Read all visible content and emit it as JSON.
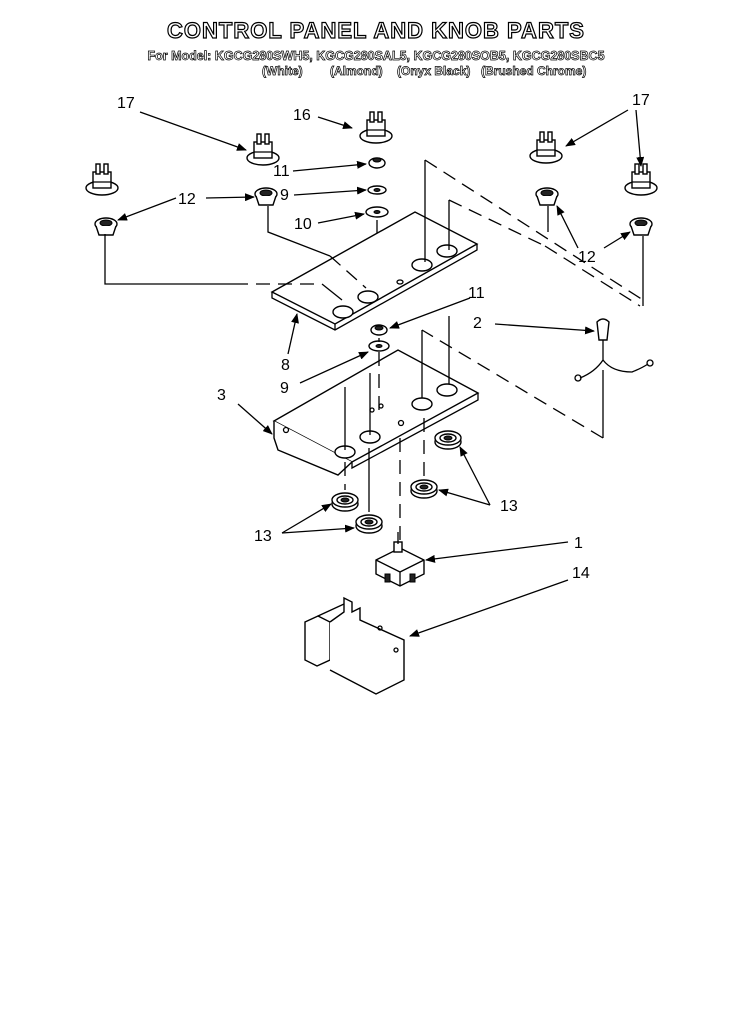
{
  "header": {
    "title": "CONTROL PANEL AND KNOB PARTS",
    "models": "For Model: KGCG280SWH5, KGCG280SAL5, KGCG280SOB5, KGCG280SBC5",
    "colors": [
      "(White)",
      "(Almond)",
      "(Onyx Black)",
      "(Brushed Chrome)"
    ]
  },
  "callouts": {
    "c17a": "17",
    "c16": "16",
    "c17b": "17",
    "c11a": "11",
    "c9a": "9",
    "c10": "10",
    "c12a": "12",
    "c12b": "12",
    "c11b": "11",
    "c2": "2",
    "c8": "8",
    "c9b": "9",
    "c3": "3",
    "c13a": "13",
    "c13b": "13",
    "c1": "1",
    "c14": "14"
  }
}
